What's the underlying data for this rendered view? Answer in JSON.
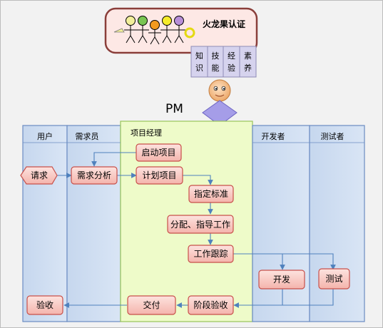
{
  "banner": {
    "title": "火龙果认证",
    "badges": [
      "知识",
      "技能",
      "经验",
      "素养"
    ]
  },
  "pm_label": "PM",
  "lanes": [
    "用户",
    "需求员",
    "项目经理",
    "开发者",
    "测试者"
  ],
  "nodes": {
    "request": "请求",
    "analysis": "需求分析",
    "start": "启动项目",
    "plan": "计划项目",
    "standard": "指定标准",
    "assign": "分配、指导工作",
    "track": "工作跟踪",
    "develop": "开发",
    "test": "测试",
    "stage_acceptance": "阶段验收",
    "deliver": "交付",
    "acceptance": "验收"
  },
  "colors": {
    "page_bg": "#f0f0f0",
    "lane_fill": "#c9d9ee",
    "lane_border": "#6b8cc2",
    "pm_lane_fill": "#eefac8",
    "pm_lane_border": "#99c65a",
    "box_fill": "#f8c9c3",
    "box_border": "#c8504a",
    "arrow": "#4f81bd",
    "banner_fill": "#fde7e4",
    "banner_border": "#8a3e3a",
    "badge_fill": "#d5d2ec",
    "diamond": "#a39be6",
    "face": "#f6c79d"
  }
}
